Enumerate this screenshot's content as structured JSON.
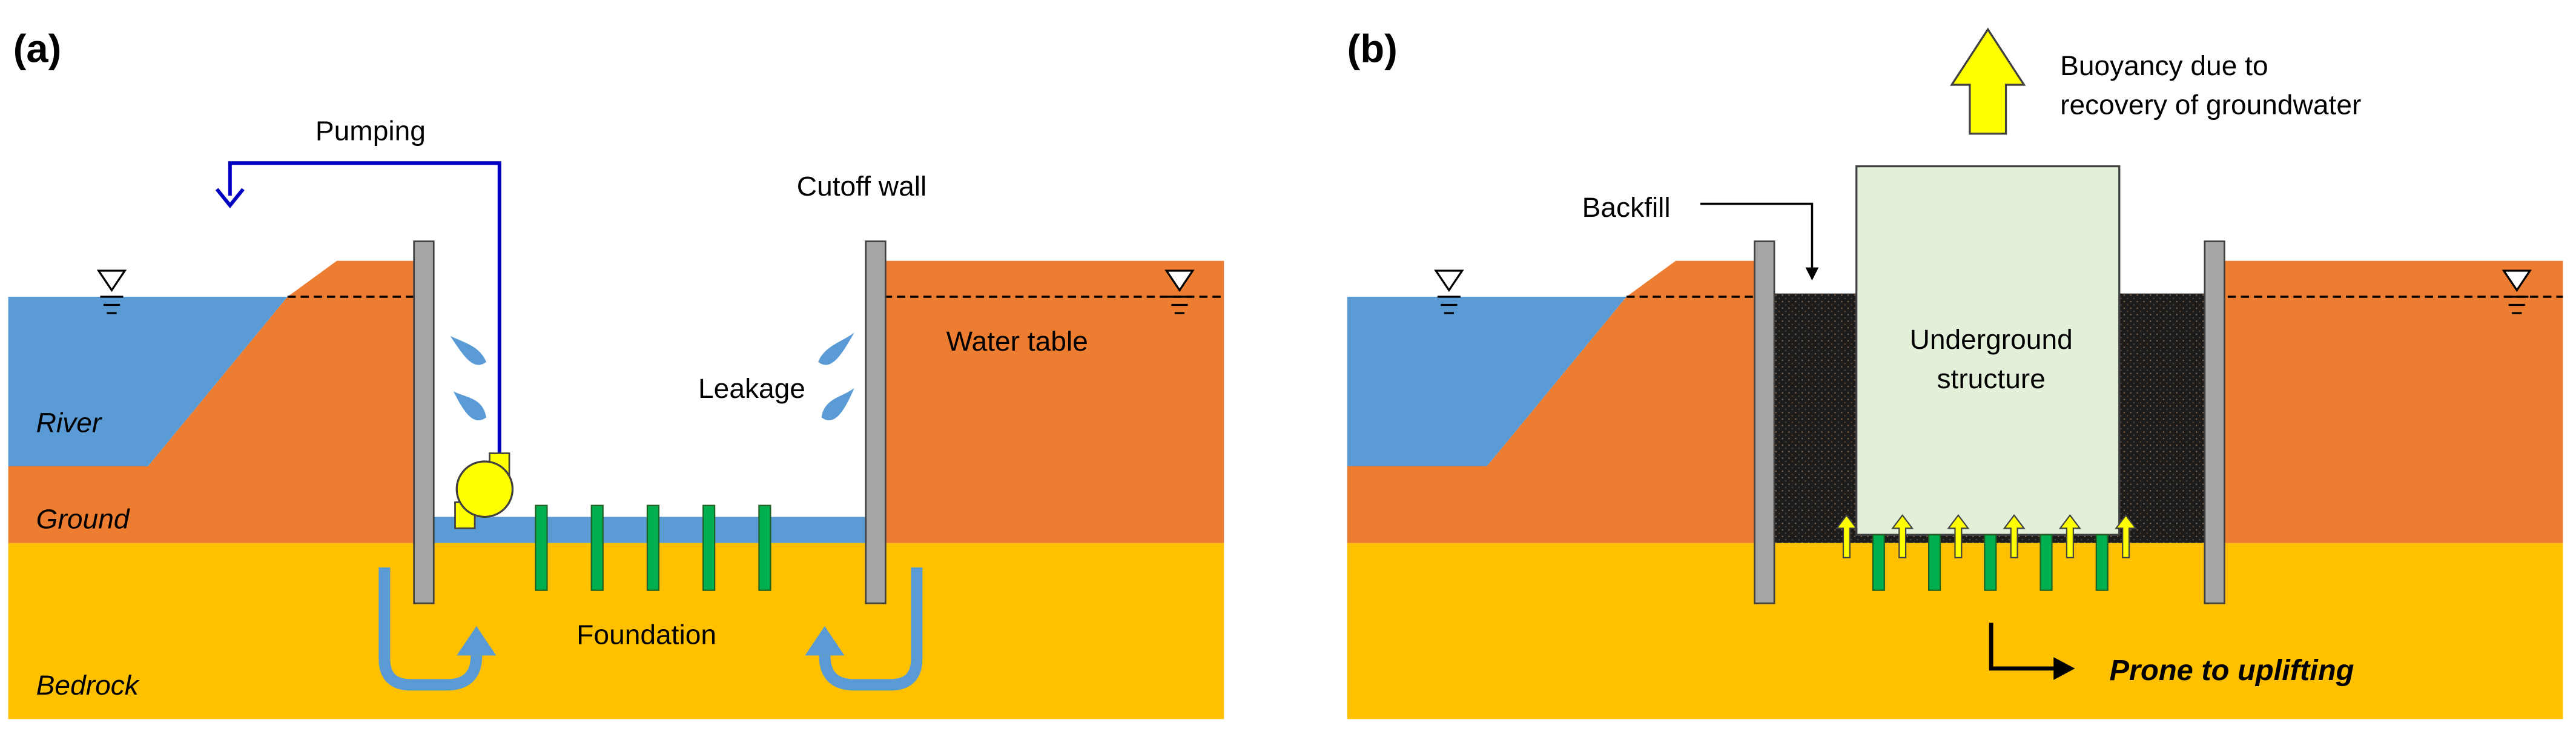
{
  "panel_a": {
    "label": "(a)",
    "pumping": "Pumping",
    "cutoff_wall": "Cutoff wall",
    "water_table": "Water table",
    "leakage": "Leakage",
    "river": "River",
    "ground": "Ground",
    "foundation": "Foundation",
    "bedrock": "Bedrock"
  },
  "panel_b": {
    "label": "(b)",
    "buoyancy_line1": "Buoyancy due to",
    "buoyancy_line2": "recovery of groundwater",
    "backfill": "Backfill",
    "structure_line1": "Underground",
    "structure_line2": "structure",
    "prone": "Prone to uplifting"
  },
  "colors": {
    "river": "#5b9bd5",
    "ground": "#ed7d31",
    "bedrock": "#ffc000",
    "wall": "#a6a6a6",
    "pile": "#00b050",
    "pump": "#ffff00",
    "pipe": "#0000c0",
    "structure": "#e2efd9",
    "backfill": "#1a1a1a"
  }
}
